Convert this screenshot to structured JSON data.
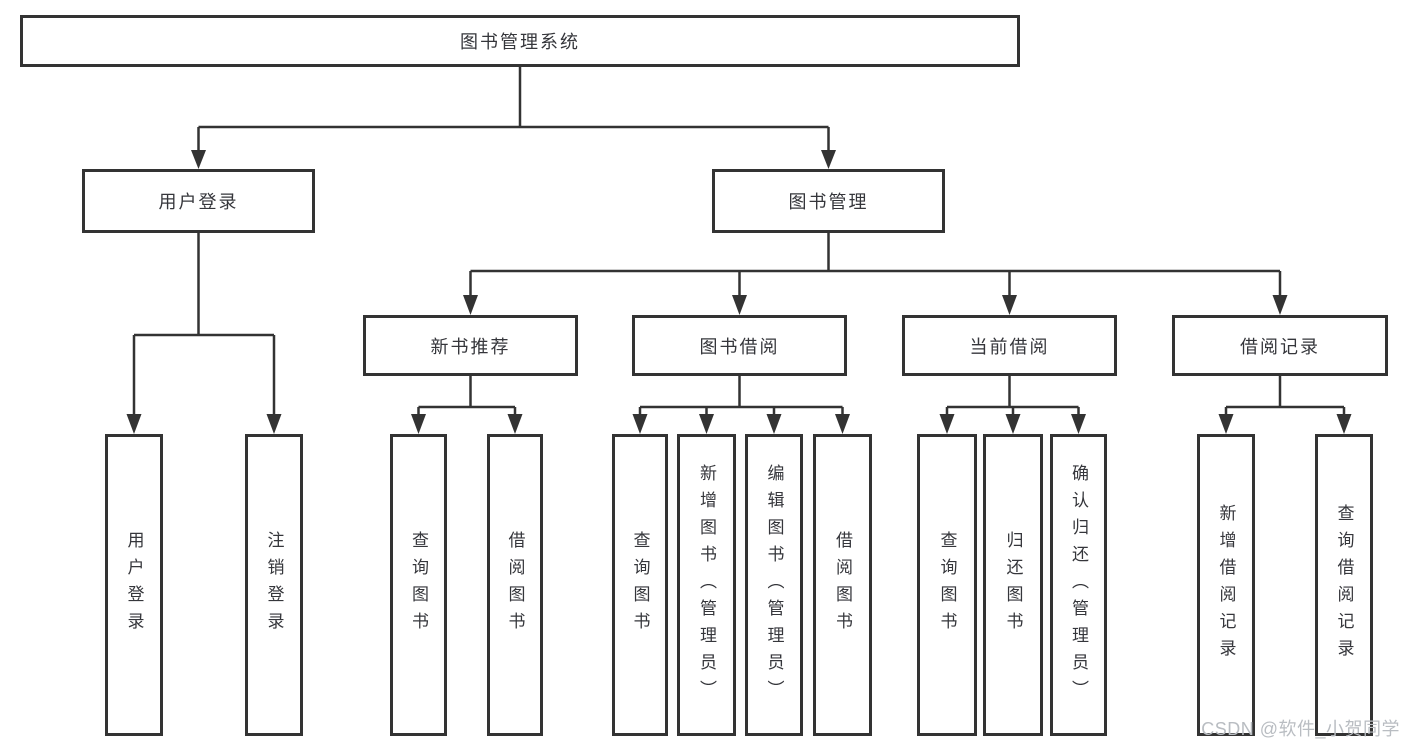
{
  "diagram_title": "图书管理系统",
  "nodes": {
    "root": "图书管理系统",
    "user_login": "用户登录",
    "book_management": "图书管理",
    "new_book_recommend": "新书推荐",
    "book_borrow": "图书借阅",
    "current_borrow": "当前借阅",
    "borrow_records": "借阅记录",
    "leaf_user_login": "用户登录",
    "leaf_logout": "注销登录",
    "leaf_nb_query_books": "查询图书",
    "leaf_nb_borrow_books": "借阅图书",
    "leaf_bb_query_books": "查询图书",
    "leaf_bb_add_books": "新增图书（管理员）",
    "leaf_bb_edit_books": "编辑图书（管理员）",
    "leaf_bb_borrow_books": "借阅图书",
    "leaf_cb_query_books": "查询图书",
    "leaf_cb_return_books": "归还图书",
    "leaf_cb_confirm_return": "确认归还（管理员）",
    "leaf_br_add_record": "新增借阅记录",
    "leaf_br_query_record": "查询借阅记录"
  },
  "colors": {
    "line": "#333333",
    "text": "#35363b",
    "background": "#ffffff",
    "watermark": "#b9bdc2"
  },
  "watermark": {
    "text": "CSDN @软件_小贺同学"
  }
}
